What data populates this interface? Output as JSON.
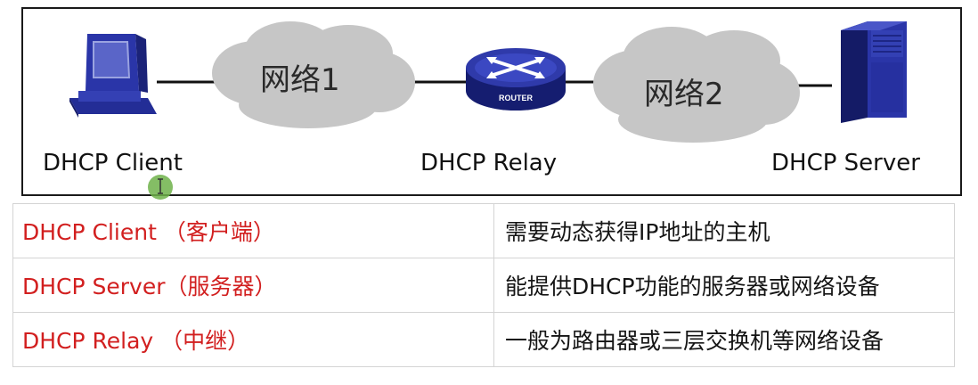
{
  "diagram": {
    "clouds": [
      {
        "id": "network-1",
        "label": "网络1"
      },
      {
        "id": "network-2",
        "label": "网络2"
      }
    ],
    "nodes": {
      "client": {
        "label": "DHCP Client",
        "icon": "desktop-computer-icon"
      },
      "relay": {
        "label": "DHCP Relay",
        "icon": "router-icon",
        "badge": "ROUTER"
      },
      "server": {
        "label": "DHCP Server",
        "icon": "server-tower-icon"
      }
    },
    "colors": {
      "device_blue": "#2a35a8",
      "cloud_gray": "#c6c6c6",
      "link_black": "#111111",
      "cursor_green": "#6fb24a"
    }
  },
  "table": {
    "rows": [
      {
        "term": "DHCP Client （客户端）",
        "desc": "需要动态获得IP地址的主机"
      },
      {
        "term": "DHCP Server（服务器）",
        "desc": "能提供DHCP功能的服务器或网络设备"
      },
      {
        "term": "DHCP Relay （中继）",
        "desc": "一般为路由器或三层交换机等网络设备"
      }
    ],
    "colors": {
      "term": "#d21f1f",
      "desc": "#151515",
      "border": "#d4d4d4"
    }
  }
}
